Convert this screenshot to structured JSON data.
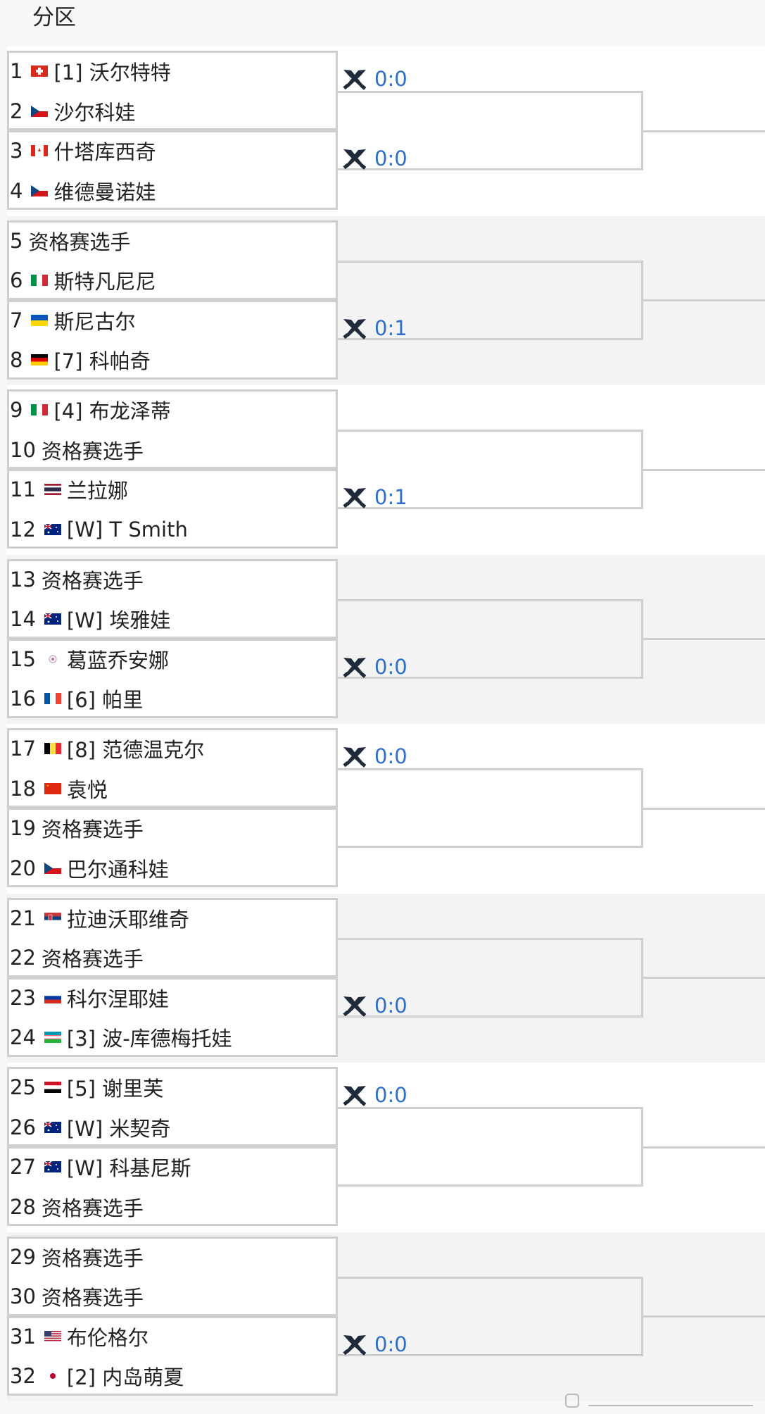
{
  "header": {
    "title": "分区"
  },
  "players": [
    {
      "seed_num": "1",
      "flag": "flag-switzerland",
      "name": "[1] 沃尔特特"
    },
    {
      "seed_num": "2",
      "flag": "flag-czech",
      "name": "沙尔科娃"
    },
    {
      "seed_num": "3",
      "flag": "flag-canada",
      "name": "什塔库西奇"
    },
    {
      "seed_num": "4",
      "flag": "flag-czech",
      "name": "维德曼诺娃"
    },
    {
      "seed_num": "5",
      "flag": "",
      "name": "资格赛选手"
    },
    {
      "seed_num": "6",
      "flag": "flag-italy",
      "name": "斯特凡尼尼"
    },
    {
      "seed_num": "7",
      "flag": "flag-ukraine",
      "name": "斯尼古尔"
    },
    {
      "seed_num": "8",
      "flag": "flag-germany",
      "name": "[7] 科帕奇"
    },
    {
      "seed_num": "9",
      "flag": "flag-italy",
      "name": "[4] 布龙泽蒂"
    },
    {
      "seed_num": "10",
      "flag": "",
      "name": "资格赛选手"
    },
    {
      "seed_num": "11",
      "flag": "flag-thailand",
      "name": "兰拉娜"
    },
    {
      "seed_num": "12",
      "flag": "flag-australia",
      "name": "[W] T Smith"
    },
    {
      "seed_num": "13",
      "flag": "",
      "name": "资格赛选手"
    },
    {
      "seed_num": "14",
      "flag": "flag-australia",
      "name": "[W] 埃雅娃"
    },
    {
      "seed_num": "15",
      "flag": "flag-chinese-taipei",
      "name": "葛蓝乔安娜"
    },
    {
      "seed_num": "16",
      "flag": "flag-france",
      "name": "[6] 帕里"
    },
    {
      "seed_num": "17",
      "flag": "flag-belgium",
      "name": "[8] 范德温克尔"
    },
    {
      "seed_num": "18",
      "flag": "flag-china",
      "name": "袁悦"
    },
    {
      "seed_num": "19",
      "flag": "",
      "name": "资格赛选手"
    },
    {
      "seed_num": "20",
      "flag": "flag-czech",
      "name": "巴尔通科娃"
    },
    {
      "seed_num": "21",
      "flag": "flag-serbia",
      "name": "拉迪沃耶维奇"
    },
    {
      "seed_num": "22",
      "flag": "",
      "name": "资格赛选手"
    },
    {
      "seed_num": "23",
      "flag": "flag-russia",
      "name": "科尔涅耶娃"
    },
    {
      "seed_num": "24",
      "flag": "flag-uzbekistan",
      "name": "[3] 波-库德梅托娃"
    },
    {
      "seed_num": "25",
      "flag": "flag-egypt",
      "name": "[5] 谢里芙"
    },
    {
      "seed_num": "26",
      "flag": "flag-australia",
      "name": "[W] 米契奇"
    },
    {
      "seed_num": "27",
      "flag": "flag-australia",
      "name": "[W] 科基尼斯"
    },
    {
      "seed_num": "28",
      "flag": "",
      "name": "资格赛选手"
    },
    {
      "seed_num": "29",
      "flag": "",
      "name": "资格赛选手"
    },
    {
      "seed_num": "30",
      "flag": "",
      "name": "资格赛选手"
    },
    {
      "seed_num": "31",
      "flag": "flag-usa",
      "name": "布伦格尔"
    },
    {
      "seed_num": "32",
      "flag": "flag-japan",
      "name": "[2] 内岛萌夏"
    }
  ],
  "scores": [
    {
      "slot": 0,
      "text": "0:0",
      "icon": "crossed-rackets-icon"
    },
    {
      "slot": 2,
      "text": "0:0",
      "icon": "crossed-rackets-icon"
    },
    {
      "slot": 6,
      "text": "0:1",
      "icon": "crossed-rackets-icon"
    },
    {
      "slot": 10,
      "text": "0:1",
      "icon": "crossed-rackets-icon"
    },
    {
      "slot": 14,
      "text": "0:0",
      "icon": "crossed-rackets-icon"
    },
    {
      "slot": 16,
      "text": "0:0",
      "icon": "crossed-rackets-icon"
    },
    {
      "slot": 22,
      "text": "0:0",
      "icon": "crossed-rackets-icon"
    },
    {
      "slot": 24,
      "text": "0:0",
      "icon": "crossed-rackets-icon"
    },
    {
      "slot": 30,
      "text": "0:0",
      "icon": "crossed-rackets-icon"
    }
  ],
  "colors": {
    "accent": "#2f6fc7",
    "border": "#cfcfcf",
    "band": "#f3f3f3"
  }
}
